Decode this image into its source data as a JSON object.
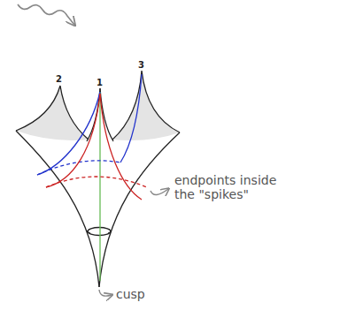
{
  "diagram": {
    "labels": [
      "2",
      "1",
      "3",
      "endpoints inside the \"spikes\"",
      "cusp"
    ]
  }
}
